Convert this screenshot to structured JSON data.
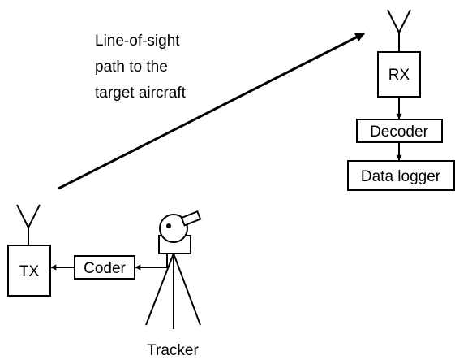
{
  "diagram": {
    "path_label": {
      "line1": "Line-of-sight",
      "line2": "path to the",
      "line3": "target aircraft"
    },
    "blocks": {
      "rx": "RX",
      "decoder": "Decoder",
      "data_logger": "Data logger",
      "tx": "TX",
      "coder": "Coder"
    },
    "tracker_label": "Tracker",
    "colors": {
      "stroke": "#000000",
      "fill": "#ffffff"
    }
  }
}
